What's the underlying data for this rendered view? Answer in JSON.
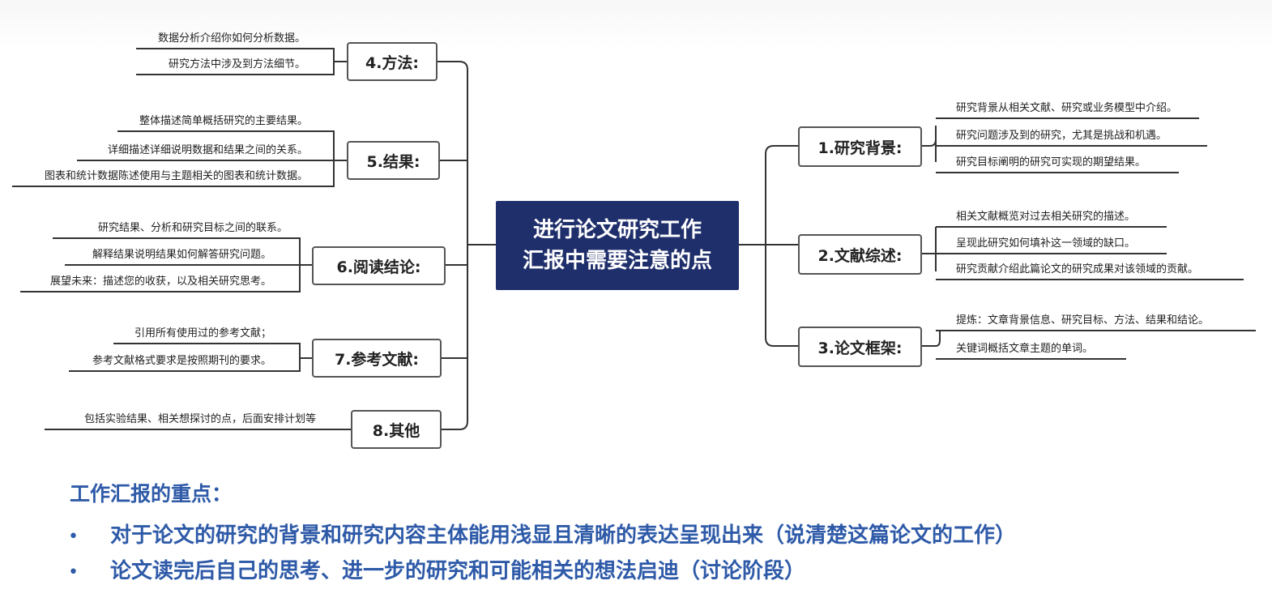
{
  "center": {
    "line1": "进行论文研究工作",
    "line2": "汇报中需要注意的点"
  },
  "right_topics": [
    {
      "label": "1.研究背景:",
      "items": [
        "研究背景从相关文献、研究或业务模型中介绍。",
        "研究问题涉及到的研究，尤其是挑战和机遇。",
        "研究目标阐明的研究可实现的期望结果。"
      ]
    },
    {
      "label": "2.文献综述:",
      "items": [
        "相关文献概览对过去相关研究的描述。",
        "呈现此研究如何填补这一领域的缺口。",
        "研究贡献介绍此篇论文的研究成果对该领域的贡献。"
      ]
    },
    {
      "label": "3.论文框架:",
      "items": [
        "提炼：文章背景信息、研究目标、方法、结果和结论。",
        "关键词概括文章主题的单词。"
      ]
    }
  ],
  "left_topics": [
    {
      "label": "4.方法:",
      "items": [
        "数据分析介绍你如何分析数据。",
        "研究方法中涉及到方法细节。"
      ]
    },
    {
      "label": "5.结果:",
      "items": [
        "整体描述简单概括研究的主要结果。",
        "详细描述详细说明数据和结果之间的关系。",
        "图表和统计数据陈述使用与主题相关的图表和统计数据。"
      ]
    },
    {
      "label": "6.阅读结论:",
      "items": [
        "研究结果、分析和研究目标之间的联系。",
        "解释结果说明结果如何解答研究问题。",
        "展望未来：描述您的收获，以及相关研究思考。"
      ]
    },
    {
      "label": "7.参考文献:",
      "items": [
        "引用所有使用过的参考文献；",
        "参考文献格式要求是按照期刊的要求。"
      ]
    },
    {
      "label": "8.其他",
      "items": [
        "包括实验结果、相关想探讨的点，后面安排计划等"
      ]
    }
  ],
  "notes": {
    "title": "工作汇报的重点：",
    "bullet_symbol": "•",
    "bullets": [
      "对于论文的研究的背景和研究内容主体能用浅显且清晰的表达呈现出来（说清楚这篇论文的工作）",
      "论文读完后自己的思考、进一步的研究和可能相关的想法启迪（讨论阶段）"
    ]
  },
  "colors": {
    "center_bg": "#1f2f6b",
    "notes_text": "#2e5aa8",
    "lines": "#333333"
  }
}
